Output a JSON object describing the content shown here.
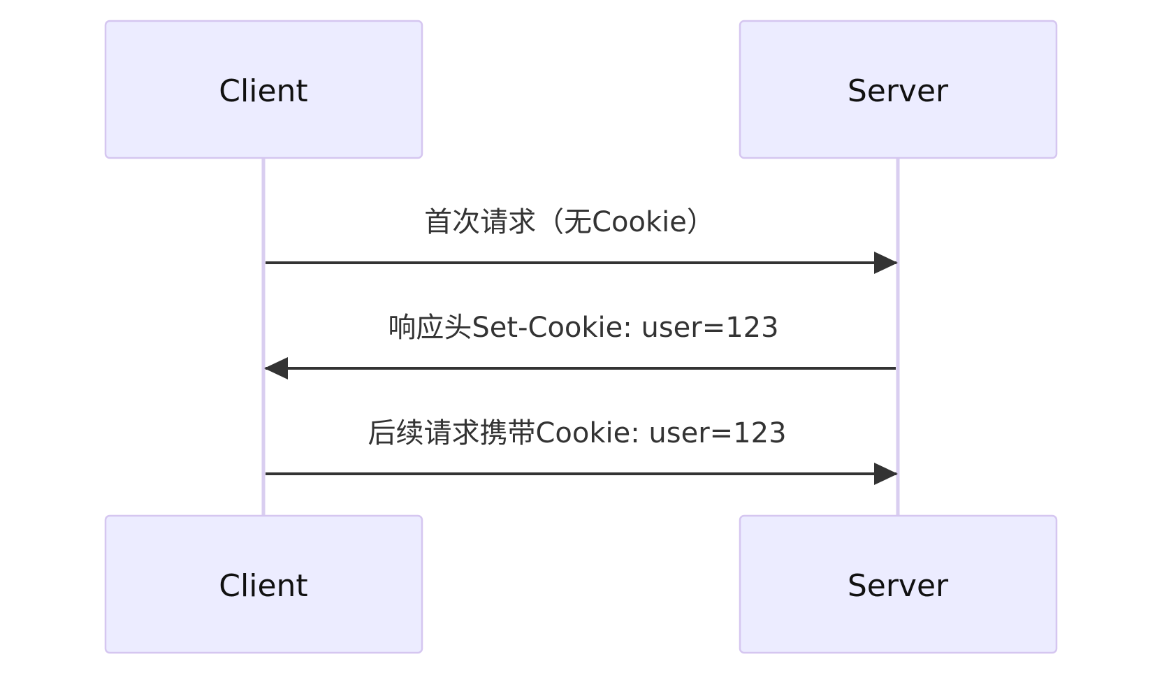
{
  "participants": [
    {
      "id": "client",
      "label": "Client"
    },
    {
      "id": "server",
      "label": "Server"
    }
  ],
  "messages": [
    {
      "from": "client",
      "to": "server",
      "label": "首次请求（无Cookie）"
    },
    {
      "from": "server",
      "to": "client",
      "label": "响应头Set-Cookie: user=123"
    },
    {
      "from": "client",
      "to": "server",
      "label": "后续请求携带Cookie: user=123"
    }
  ],
  "colors": {
    "actor_fill": "#ECECFF",
    "actor_border": "#D5C6F0",
    "lifeline": "#D9CEF0",
    "message": "#333333"
  }
}
